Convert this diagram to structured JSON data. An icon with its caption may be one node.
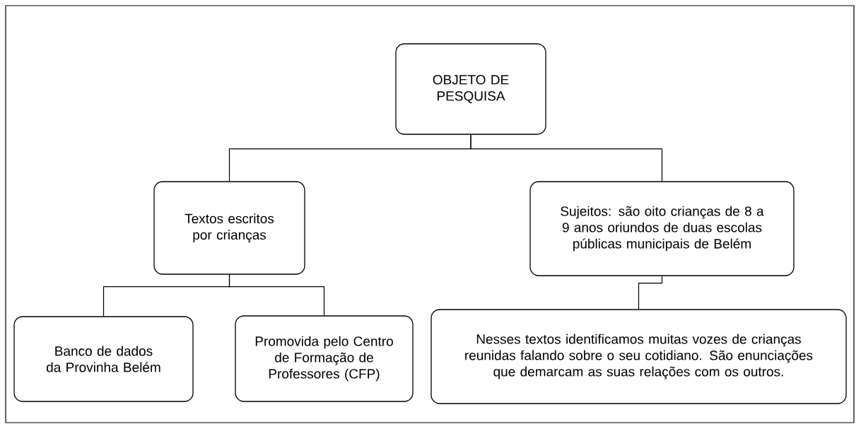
{
  "diagram": {
    "nodes": [
      {
        "text": [
          "OBJETO DE PESQUISA"
        ]
      },
      {
        "text": [
          "Textos escritos por crianças"
        ]
      },
      {
        "text": [
          "Sujeitos: são oito crianças de 8 a 9 anos oriundos de duas escolas públicas municipais de Belém"
        ]
      },
      {
        "text": [
          "Banco de dados da Provinha Belém"
        ]
      },
      {
        "text": [
          "Promovida pelo Centro de Formação de Professores (CFP)"
        ]
      },
      {
        "text": [
          "Nesses textos identificamos muitas vozes de crianças reunidas falando sobre o seu cotidiano. São enunciações que demarcam as suas relações com os outros."
        ]
      }
    ],
    "edges": [
      {
        "from": 0,
        "to": 1,
        "arrow": "none"
      },
      {
        "from": 0,
        "to": 2,
        "arrow": "none"
      },
      {
        "from": 1,
        "to": 3,
        "arrow": "none"
      },
      {
        "from": 1,
        "to": 4,
        "arrow": "none"
      },
      {
        "from": 2,
        "to": 5,
        "arrow": "none"
      }
    ]
  }
}
